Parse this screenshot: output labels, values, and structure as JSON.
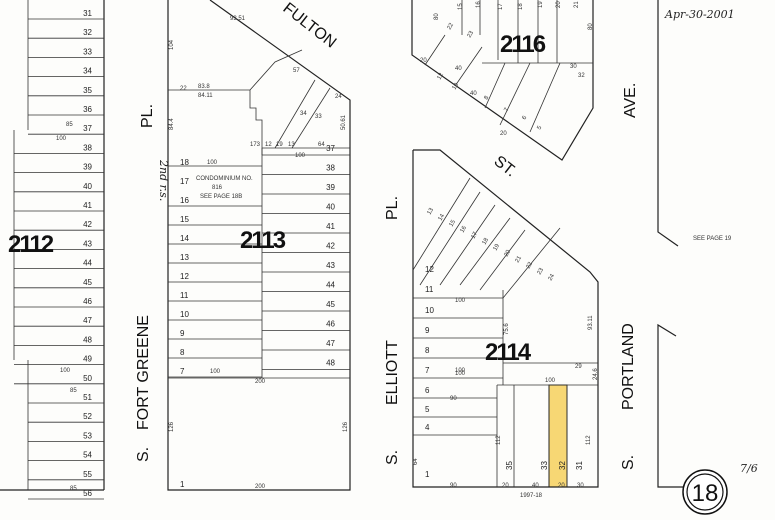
{
  "annotations": {
    "date_stamp": "Apr-30-2001",
    "see_page": "SEE PAGE 19",
    "condo_note": [
      "CONDOMINIUM NO.",
      "816",
      "SEE PAGE 18B"
    ],
    "margin_note": "2nd r.s.",
    "filing": "1997-18"
  },
  "sheet": {
    "number": "18",
    "fraction": "7/6"
  },
  "streets": {
    "fulton": "FULTON",
    "st": "ST.",
    "ave": "AVE.",
    "pl_left": "PL.",
    "fort_greene": "FORT GREENE",
    "s_left": "S.",
    "pl_mid": "PL.",
    "elliott": "ELLIOTT",
    "s_mid": "S.",
    "portland": "PORTLAND",
    "s_right": "S."
  },
  "blocks": {
    "b2112": {
      "label": "2112",
      "lots": [
        "31",
        "32",
        "33",
        "34",
        "35",
        "36",
        "37",
        "38",
        "39",
        "40",
        "41",
        "42",
        "43",
        "44",
        "45",
        "46",
        "47",
        "48",
        "49",
        "50",
        "51",
        "52",
        "53",
        "54",
        "55",
        "56"
      ],
      "dims": [
        "100",
        "85",
        "100",
        "85",
        "85"
      ]
    },
    "b2113": {
      "label": "2113",
      "right_lots": [
        "37",
        "38",
        "39",
        "40",
        "41",
        "42",
        "43",
        "44",
        "45",
        "46",
        "47",
        "48"
      ],
      "left_lots": [
        "18",
        "17",
        "16",
        "15",
        "14",
        "13",
        "12",
        "11",
        "10",
        "9",
        "8",
        "7"
      ],
      "top_lots": [
        "22",
        "173",
        "12",
        "19",
        "13",
        "64",
        "57",
        "34",
        "33",
        "24"
      ],
      "bottom_lot": "1",
      "dims": [
        "83.8",
        "84.11",
        "93.51",
        "100",
        "100",
        "100",
        "200",
        "200",
        "104",
        "84.4",
        "50.61",
        "126",
        "126"
      ]
    },
    "b2114": {
      "label": "2114",
      "left_lots": [
        "12",
        "11",
        "10",
        "9",
        "8",
        "7",
        "6",
        "5",
        "4",
        "1"
      ],
      "bottom_lots": [
        "35",
        "33",
        "32",
        "31"
      ],
      "upper_lots": [
        "13",
        "14",
        "15",
        "16",
        "17",
        "18",
        "19",
        "20",
        "21",
        "22",
        "23",
        "24"
      ],
      "dims": [
        "100",
        "100",
        "90",
        "90",
        "100",
        "100",
        "29",
        "20",
        "40",
        "20",
        "30",
        "112",
        "112",
        "93.11",
        "75.6",
        "24.6",
        "64"
      ]
    },
    "b2116": {
      "label": "2116",
      "lots": [
        "15",
        "16",
        "17",
        "18",
        "19",
        "20",
        "21",
        "22",
        "23",
        "12",
        "10",
        "8",
        "7",
        "6",
        "5"
      ],
      "dims": [
        "80",
        "80",
        "40",
        "40",
        "20",
        "20",
        "30",
        "32"
      ]
    }
  },
  "highlight": {
    "lot": "32",
    "color": "#f7d774"
  }
}
